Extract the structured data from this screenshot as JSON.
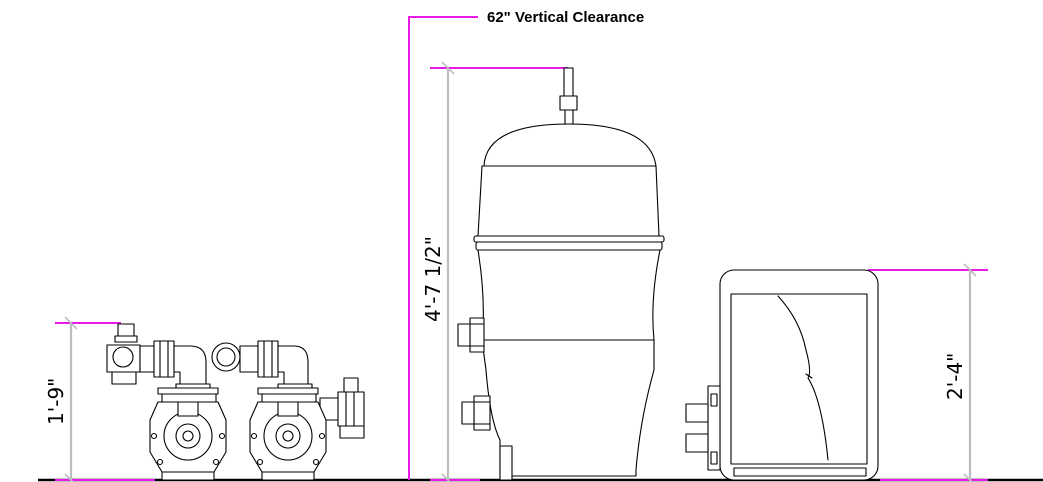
{
  "callout": {
    "text": "62\" Vertical Clearance"
  },
  "dimensions": {
    "pump": {
      "label": "1'-9\""
    },
    "filter": {
      "label": "4'-7 1/2\""
    },
    "heater": {
      "label": "2'-4\""
    }
  },
  "colors": {
    "clearance_line": "#e81ae8",
    "dimension_line": "#bdbdbd",
    "ground_line": "#000000"
  }
}
